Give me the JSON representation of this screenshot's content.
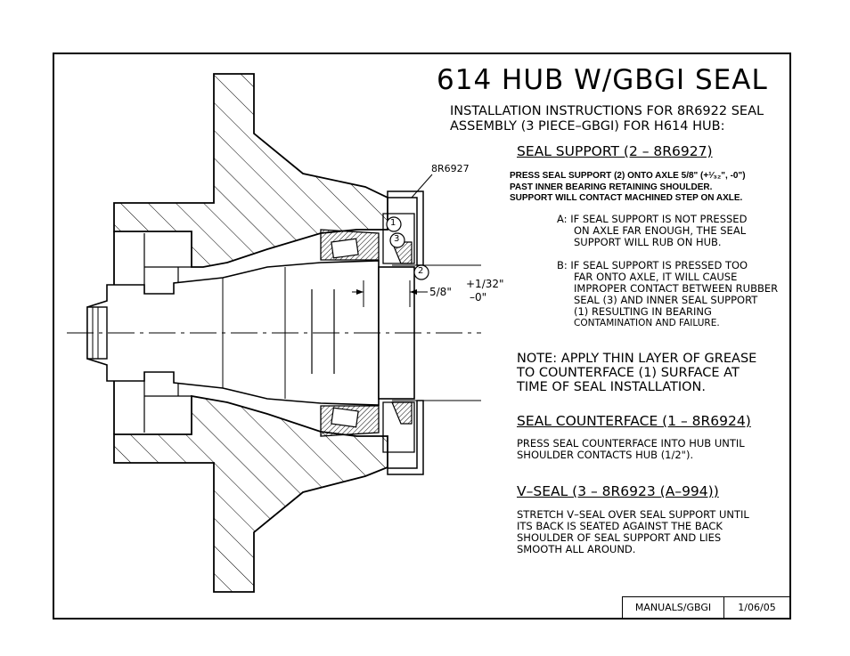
{
  "title": "614 HUB W/GBGI SEAL",
  "intro": {
    "line1": "INSTALLATION INSTRUCTIONS FOR 8R6922 SEAL",
    "line2": "ASSEMBLY (3 PIECE–GBGI) FOR H614 HUB:"
  },
  "seal_support": {
    "heading": "SEAL SUPPORT (2 – 8R6927)",
    "body": [
      "PRESS SEAL SUPPORT (2) ONTO AXLE 5/8\" (+¹⁄₃₂\", -0\")",
      "PAST INNER BEARING RETAINING SHOULDER.",
      "SUPPORT WILL CONTACT MACHINED STEP ON AXLE."
    ],
    "note_a": [
      "A:  IF SEAL SUPPORT IS NOT PRESSED",
      "ON AXLE FAR ENOUGH, THE SEAL",
      "SUPPORT WILL RUB ON HUB."
    ],
    "note_b": [
      "B:  IF SEAL SUPPORT IS PRESSED TOO",
      "FAR ONTO AXLE, IT WILL CAUSE",
      "IMPROPER CONTACT BETWEEN RUBBER",
      "SEAL (3) AND INNER SEAL SUPPORT",
      "(1) RESULTING IN BEARING",
      "CONTAMINATION AND FAILURE."
    ]
  },
  "note": [
    "NOTE: APPLY THIN LAYER OF GREASE",
    "TO COUNTERFACE (1) SURFACE AT",
    "TIME OF SEAL INSTALLATION."
  ],
  "seal_counterface": {
    "heading": "SEAL COUNTERFACE (1 – 8R6924)",
    "body": [
      "PRESS SEAL COUNTERFACE INTO HUB UNTIL",
      "SHOULDER CONTACTS HUB (1/2\")."
    ]
  },
  "v_seal": {
    "heading": "V–SEAL (3 – 8R6923 (A–994))",
    "body": [
      "STRETCH V–SEAL OVER SEAL SUPPORT UNTIL",
      "ITS BACK IS SEATED AGAINST THE BACK",
      "SHOULDER OF SEAL SUPPORT AND LIES",
      "SMOOTH ALL AROUND."
    ]
  },
  "drawing_labels": {
    "part_callout": "8R6927",
    "dim_main": "5/8\"",
    "dim_plus": "+1/32\"",
    "dim_minus": "–0\"",
    "balloon_1": "1",
    "balloon_2": "2",
    "balloon_3": "3"
  },
  "title_block": {
    "doc": "MANUALS/GBGI",
    "date": "1/06/05"
  }
}
